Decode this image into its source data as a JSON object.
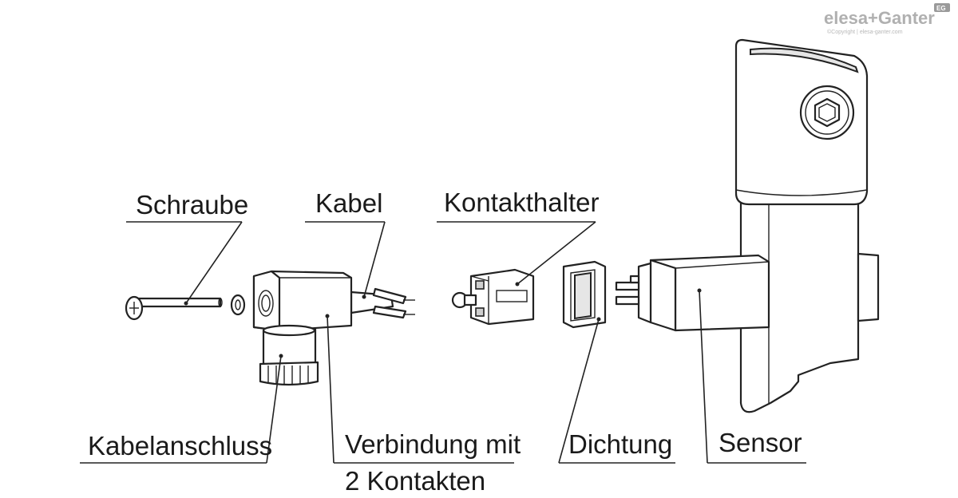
{
  "brand": {
    "name": "elesa+Ganter",
    "badge": "EG",
    "copyright": "©Copyright | elesa-ganter.com"
  },
  "labels": {
    "schraube": "Schraube",
    "kabel": "Kabel",
    "kontakthalter": "Kontakthalter",
    "kabelanschluss": "Kabelanschluss",
    "verbindung_line1": "Verbindung mit",
    "verbindung_line2": "2 Kontakten",
    "dichtung": "Dichtung",
    "sensor": "Sensor"
  }
}
